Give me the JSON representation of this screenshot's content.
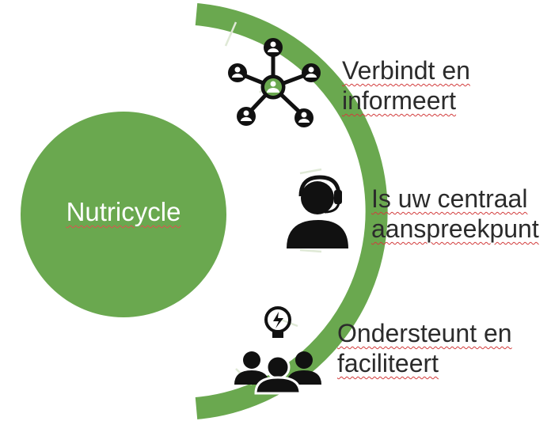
{
  "center": {
    "label": "Nutricycle"
  },
  "items": [
    {
      "icon": "network-people-icon",
      "lines": [
        "Verbindt en",
        "informeert"
      ]
    },
    {
      "icon": "headset-support-icon",
      "lines": [
        "Is uw centraal",
        "aanspreekpunt"
      ]
    },
    {
      "icon": "lightbulb-team-icon",
      "lines": [
        "Ondersteunt en",
        "faciliteert"
      ]
    }
  ],
  "colors": {
    "green": "#6aa84f",
    "arc_divider": "#dfe9d6",
    "icon": "#111111",
    "text": "#2b2b2b"
  }
}
